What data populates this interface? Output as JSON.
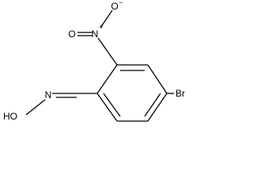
{
  "molecule": {
    "atoms": {
      "nitro_n": "N",
      "nitro_plus": "+",
      "nitro_o_double": "O",
      "nitro_o_single": "O",
      "nitro_minus": "−",
      "bromine": "Br",
      "oxime_oh": "HO",
      "oxime_n": "N"
    }
  }
}
